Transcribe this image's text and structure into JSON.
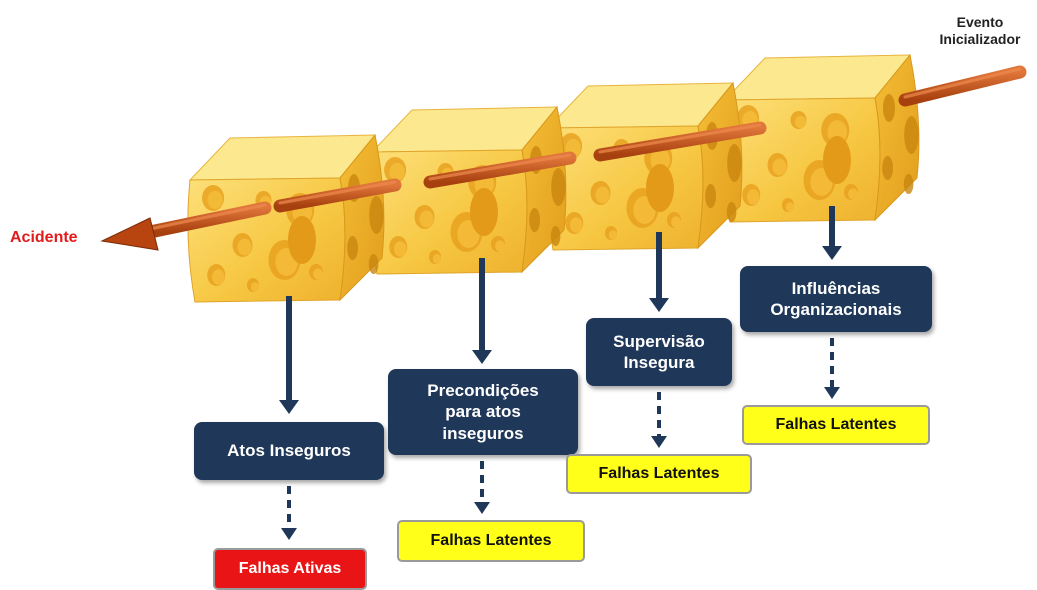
{
  "event_label": "Evento\nInicializador",
  "accident_label": "Acidente",
  "layers": [
    {
      "name": "Atos Inseguros",
      "failure": "Falhas Ativas",
      "failure_type": "active"
    },
    {
      "name": "Precondições\npara atos\ninseguros",
      "failure": "Falhas Latentes",
      "failure_type": "latent"
    },
    {
      "name": "Supervisão\nInsegura",
      "failure": "Falhas Latentes",
      "failure_type": "latent"
    },
    {
      "name": "Influências\nOrganizacionais",
      "failure": "Falhas Latentes",
      "failure_type": "latent"
    }
  ],
  "colors": {
    "cheese": "#f6c640",
    "cheese_dark": "#e9a822",
    "arrow": "#c8531c",
    "box": "#1f3758",
    "latent": "#ffff1a",
    "active": "#e81416",
    "accident_text": "#e21b1b"
  }
}
